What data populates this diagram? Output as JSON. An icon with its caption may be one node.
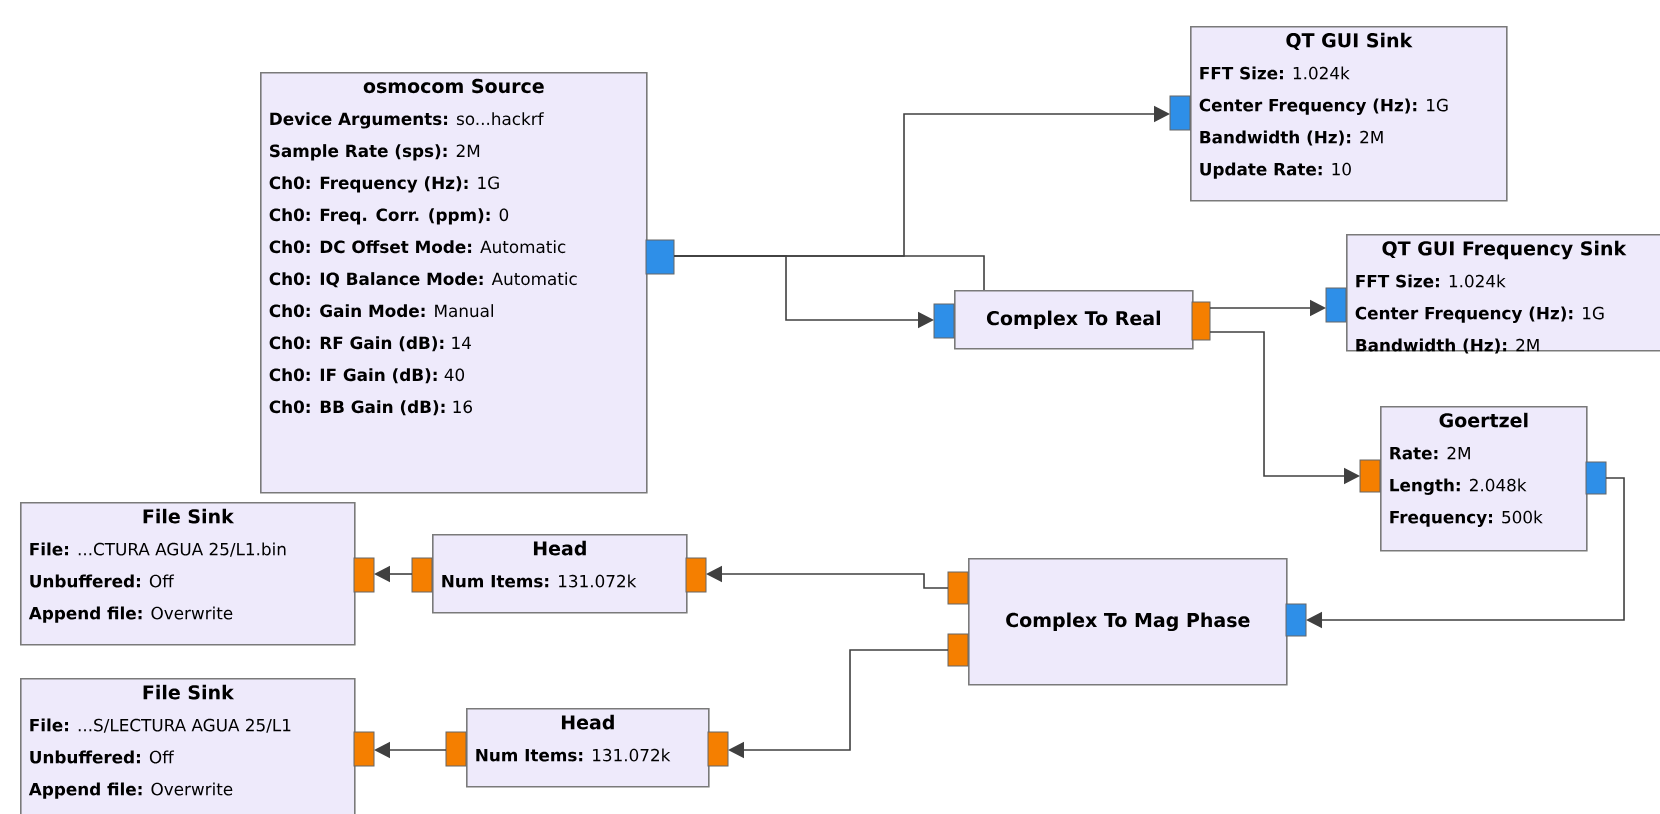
{
  "diagram": {
    "nodes": [
      {
        "text": [
          "osmocom Source",
          "**Device Arguments:** so...hackrf",
          "**Sample Rate (sps):** 2M",
          "**Ch0: Frequency (Hz):** 1G",
          "**Ch0: Freq. Corr. (ppm):** 0",
          "**Ch0: DC Offset Mode:** Automatic",
          "**Ch0: IQ Balance Mode:** Automatic",
          "**Ch0: Gain Mode:** Manual",
          "**Ch0: RF Gain (dB):** 14",
          "**Ch0: IF Gain (dB):** 40",
          "**Ch0: BB Gain (dB):** 16"
        ]
      },
      {
        "text": [
          "QT GUI Sink",
          "**FFT Size:** 1.024k",
          "**Center Frequency (Hz):** 1G",
          "**Bandwidth (Hz):** 2M",
          "**Update Rate:** 10"
        ]
      },
      {
        "text": [
          "Complex To Real"
        ]
      },
      {
        "text": [
          "QT GUI Frequency Sink",
          "**FFT Size:** 1.024k",
          "**Center Frequency (Hz):** 1G",
          "**Bandwidth (Hz):** 2M"
        ]
      },
      {
        "text": [
          "Goertzel",
          "**Rate:** 2M",
          "**Length:** 2.048k",
          "**Frequency:** 500k"
        ]
      },
      {
        "text": [
          "Complex To Mag Phase"
        ]
      },
      {
        "text": [
          "File Sink",
          "**File:** ...CTURA AGUA 25/L1.bin",
          "**Unbuffered:** Off",
          "**Append file:** Overwrite"
        ]
      },
      {
        "text": [
          "Head",
          "**Num Items:** 131.072k"
        ]
      },
      {
        "text": [
          "File Sink",
          "**File:** ...S/LECTURA AGUA 25/L1",
          "**Unbuffered:** Off",
          "**Append file:** Overwrite"
        ]
      },
      {
        "text": [
          "Head",
          "**Num Items:** 131.072k"
        ]
      }
    ],
    "edges": [
      {
        "from": 0,
        "to": 1,
        "arrow": "to"
      },
      {
        "from": 0,
        "to": 2,
        "arrow": "to"
      },
      {
        "from": 2,
        "to": 3,
        "arrow": "to"
      },
      {
        "from": 2,
        "to": 4,
        "arrow": "to"
      },
      {
        "from": 4,
        "to": 5,
        "arrow": "to"
      },
      {
        "from": 5,
        "to": 7,
        "arrow": "to"
      },
      {
        "from": 7,
        "to": 6,
        "arrow": "to"
      },
      {
        "from": 5,
        "to": 9,
        "arrow": "to"
      },
      {
        "from": 9,
        "to": 8,
        "arrow": "to"
      },
      {
        "from": 0,
        "to": 2,
        "arrow": "none"
      }
    ]
  }
}
